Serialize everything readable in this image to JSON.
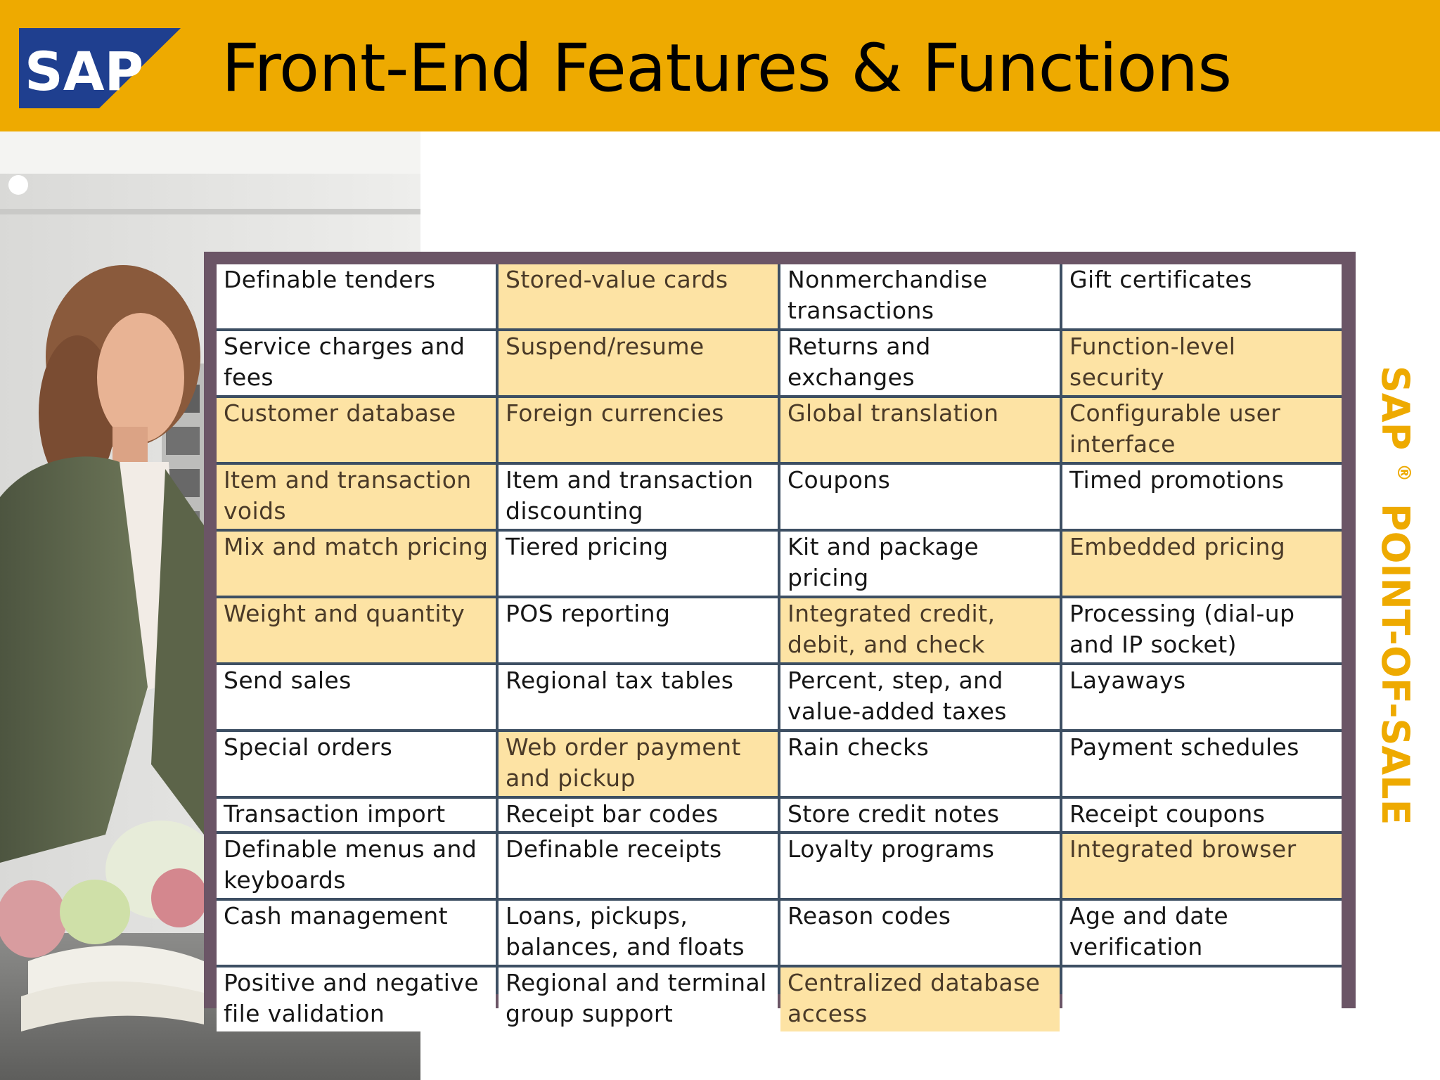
{
  "header": {
    "logo_text": "SAP",
    "title": "Front-End Features & Functions"
  },
  "colors": {
    "header_band": "#eeaa00",
    "logo_blue": "#1f3f8f",
    "highlight_cell": "#fde3a4",
    "table_border": "#6b5566",
    "brand_text": "#eeaa00"
  },
  "feature_table": {
    "rows": [
      [
        {
          "text": "Definable tenders",
          "highlighted": false
        },
        {
          "text": "Stored-value cards",
          "highlighted": true
        },
        {
          "text": "Nonmerchandise transactions",
          "highlighted": false
        },
        {
          "text": "Gift certificates",
          "highlighted": false
        }
      ],
      [
        {
          "text": "Service charges and fees",
          "highlighted": false
        },
        {
          "text": "Suspend/resume",
          "highlighted": true
        },
        {
          "text": "Returns and exchanges",
          "highlighted": false
        },
        {
          "text": "Function-level security",
          "highlighted": true
        }
      ],
      [
        {
          "text": "Customer database",
          "highlighted": true
        },
        {
          "text": "Foreign currencies",
          "highlighted": true
        },
        {
          "text": "Global translation",
          "highlighted": true
        },
        {
          "text": "Configurable user interface",
          "highlighted": true
        }
      ],
      [
        {
          "text": "Item and transaction voids",
          "highlighted": true
        },
        {
          "text": "Item and transaction discounting",
          "highlighted": false
        },
        {
          "text": "Coupons",
          "highlighted": false
        },
        {
          "text": "Timed promotions",
          "highlighted": false
        }
      ],
      [
        {
          "text": "Mix and match pricing",
          "highlighted": true
        },
        {
          "text": "Tiered pricing",
          "highlighted": false
        },
        {
          "text": "Kit and package pricing",
          "highlighted": false
        },
        {
          "text": "Embedded pricing",
          "highlighted": true
        }
      ],
      [
        {
          "text": "Weight and quantity",
          "highlighted": true
        },
        {
          "text": "POS reporting",
          "highlighted": false
        },
        {
          "text": "Integrated credit, debit, and check",
          "highlighted": true
        },
        {
          "text": "Processing (dial-up and IP socket)",
          "highlighted": false
        }
      ],
      [
        {
          "text": "Send sales",
          "highlighted": false
        },
        {
          "text": "Regional tax tables",
          "highlighted": false
        },
        {
          "text": "Percent, step, and value-added taxes",
          "highlighted": false
        },
        {
          "text": "Layaways",
          "highlighted": false
        }
      ],
      [
        {
          "text": "Special orders",
          "highlighted": false
        },
        {
          "text": "Web order payment and pickup",
          "highlighted": true
        },
        {
          "text": "Rain checks",
          "highlighted": false
        },
        {
          "text": "Payment schedules",
          "highlighted": false
        }
      ],
      [
        {
          "text": "Transaction import",
          "highlighted": false
        },
        {
          "text": "Receipt bar codes",
          "highlighted": false
        },
        {
          "text": "Store credit notes",
          "highlighted": false
        },
        {
          "text": "Receipt coupons",
          "highlighted": false
        }
      ],
      [
        {
          "text": "Definable menus and keyboards",
          "highlighted": false
        },
        {
          "text": "Definable receipts",
          "highlighted": false
        },
        {
          "text": "Loyalty programs",
          "highlighted": false
        },
        {
          "text": "Integrated browser",
          "highlighted": true
        }
      ],
      [
        {
          "text": "Cash management",
          "highlighted": false
        },
        {
          "text": "Loans, pickups, balances, and floats",
          "highlighted": false
        },
        {
          "text": "Reason codes",
          "highlighted": false
        },
        {
          "text": "Age and date verification",
          "highlighted": false
        }
      ],
      [
        {
          "text": "Positive and negative file validation",
          "highlighted": false
        },
        {
          "text": "Regional and terminal group support",
          "highlighted": false
        },
        {
          "text": "Centralized database access",
          "highlighted": true
        },
        {
          "text": "",
          "highlighted": false
        }
      ]
    ]
  },
  "brand_vertical": {
    "sap": "SAP",
    "registered": "®",
    "product": "POINT-OF-SALE"
  }
}
